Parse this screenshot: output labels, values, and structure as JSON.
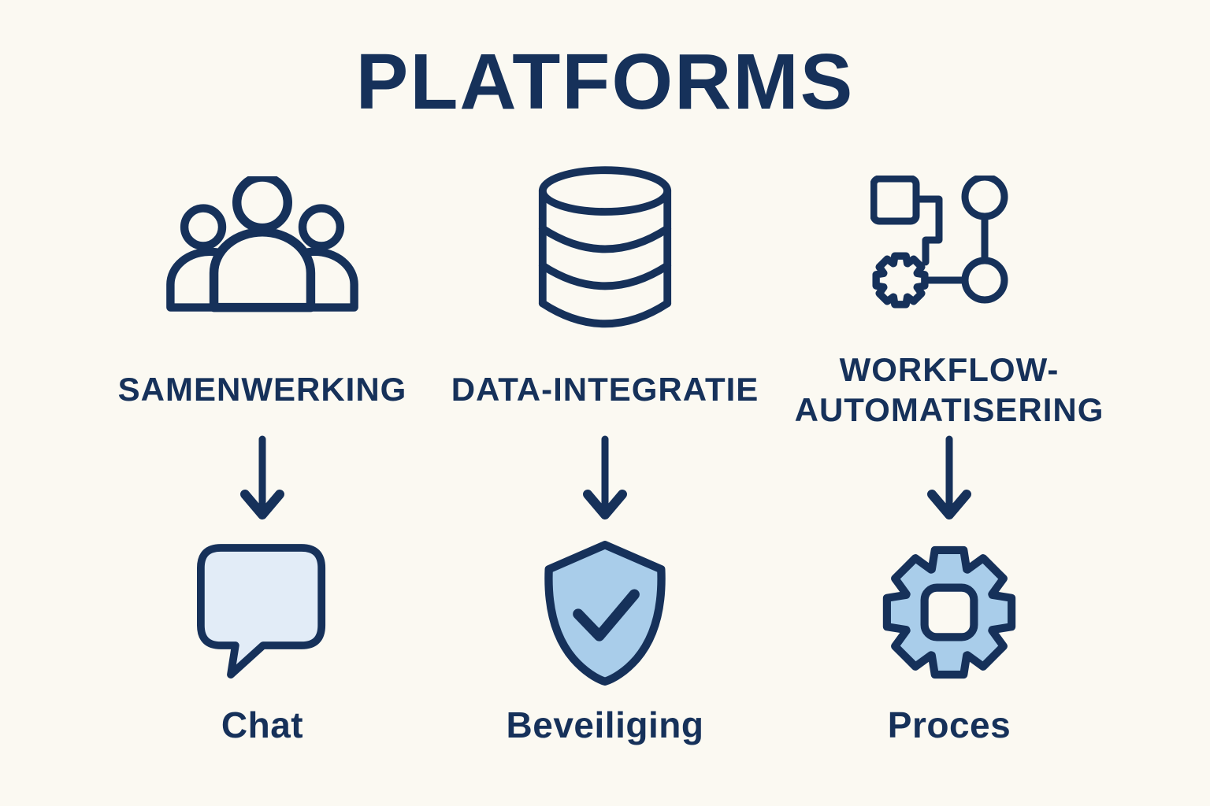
{
  "title": "PLATFORMS",
  "colors": {
    "background": "#FBF9F2",
    "navy": "#16315A",
    "icon_fill_light_blue": "#A9CDEA",
    "icon_fill_pale_blue": "#E2ECF7"
  },
  "columns": [
    {
      "top_icon": "team-people-icon",
      "label": "SAMENWERKING",
      "arrow_icon": "down-arrow-icon",
      "bottom_icon": "chat-bubble-icon",
      "bottom_label": "Chat"
    },
    {
      "top_icon": "database-icon",
      "label": "DATA-INTEGRATIE",
      "arrow_icon": "down-arrow-icon",
      "bottom_icon": "shield-check-icon",
      "bottom_label": "Beveiliging"
    },
    {
      "top_icon": "workflow-diagram-icon",
      "label": "WORKFLOW-AUTOMATISERING",
      "arrow_icon": "down-arrow-icon",
      "bottom_icon": "gear-icon",
      "bottom_label": "Proces"
    }
  ]
}
